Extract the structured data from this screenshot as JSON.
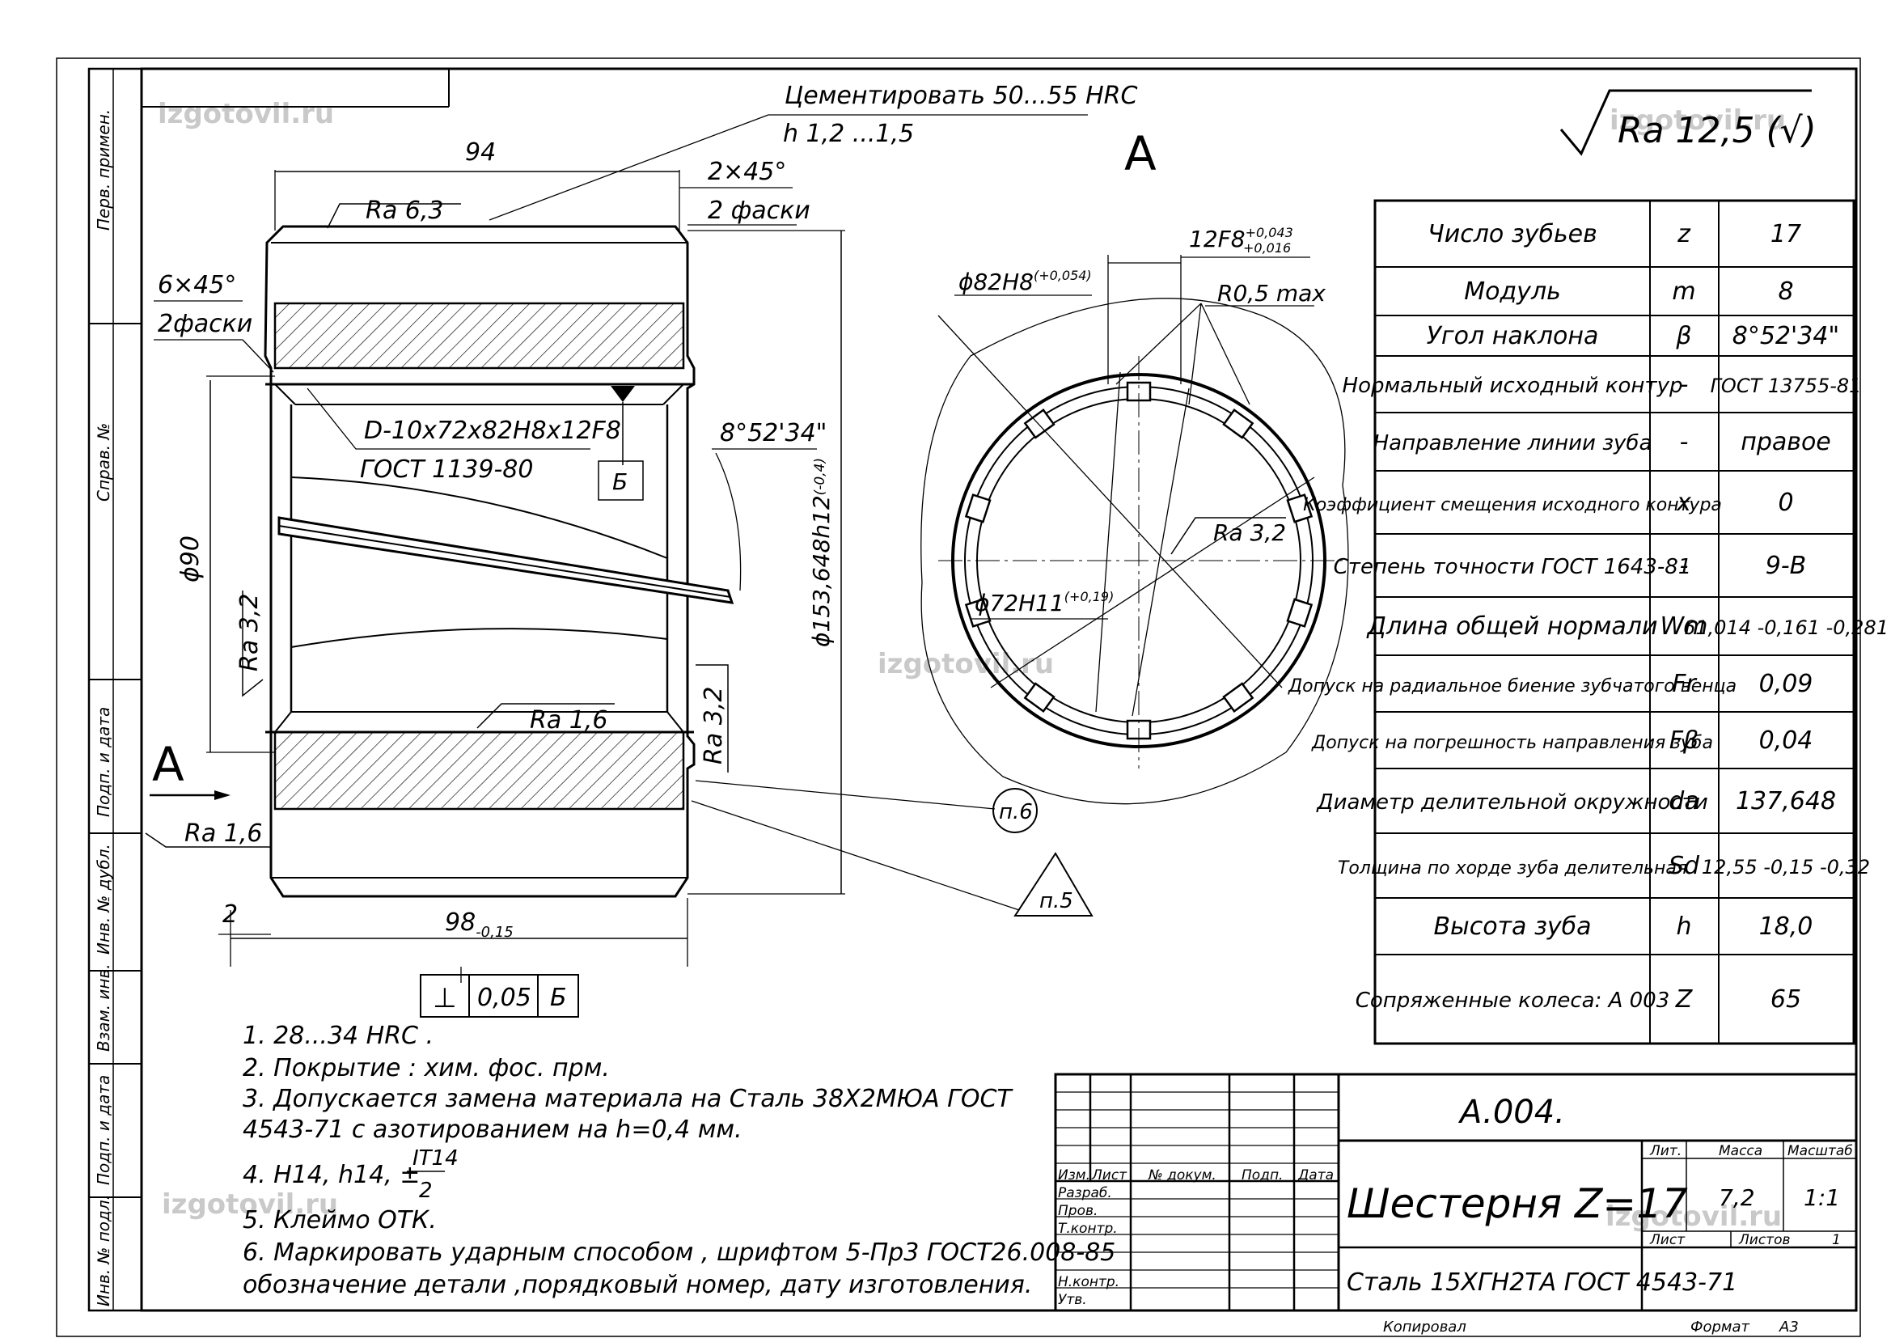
{
  "watermark": "izgotovil.ru",
  "surface_finish": "Ra 12,5 (√)",
  "section_letter": "A",
  "dimensions": {
    "length_94": "94",
    "chamfer_2x45": "2×45°",
    "chamfers_2": "2 фаски",
    "chamfer_6x45": "6×45°",
    "chamfers_2b": "2фаски",
    "length_98": "98",
    "length_98_tol": "-0,15",
    "offset_2": "2",
    "dia_90": "ϕ90",
    "dia_outer": "ϕ153,648h12",
    "dia_outer_tol": "(-0,4)",
    "helix_angle": "8°52'34\"",
    "dia_82": "ϕ82H8",
    "dia_82_tol": "(+0,054)",
    "slot_12": "12F8",
    "slot_12_tol_up": "+0,043",
    "slot_12_tol_low": "+0,016",
    "r_max": "R0,5 max",
    "dia_72": "ϕ72H11",
    "dia_72_tol": "(+0,19)"
  },
  "annotations": {
    "carburize": "Цементировать 50...55 HRC",
    "depth": "h 1,2 ...1,5",
    "spline_spec": "D-10x72x82H8x12F8",
    "spline_gost": "ГОСТ 1139-80",
    "datum_b": "Б",
    "ra63": "Ra 6,3",
    "ra32_left": "Ra 3,2",
    "ra16_mid": "Ra 1,6",
    "ra32_right": "Ra 3,2",
    "ra16_left": "Ra 1,6",
    "ra32_view": "Ra 3,2",
    "note_p6": "п.6",
    "note_p5": "п.5",
    "tol_frame_symbol": "⊥",
    "tol_frame_value": "0,05",
    "tol_frame_datum": "Б"
  },
  "gear_params": [
    {
      "name": "Число зубьев",
      "symbol": "z",
      "value": "17"
    },
    {
      "name": "Модуль",
      "symbol": "m",
      "value": "8"
    },
    {
      "name": "Угол наклона",
      "symbol": "β",
      "value": "8°52'34\""
    },
    {
      "name": "Нормальный исходный контур",
      "symbol": "-",
      "value": "ГОСТ 13755-81"
    },
    {
      "name": "Направление линии зуба",
      "symbol": "-",
      "value": "правое"
    },
    {
      "name": "Коэффициент смещения исходного контура",
      "symbol": "x",
      "value": "0"
    },
    {
      "name": "Степень точности ГОСТ 1643-81",
      "symbol": "-",
      "value": "9-B"
    },
    {
      "name": "Длина общей нормали",
      "symbol": "Wm",
      "value": "61,014 -0,161 -0,281"
    },
    {
      "name": "Допуск на радиальное биение зубчатого венца",
      "symbol": "Fr",
      "value": "0,09"
    },
    {
      "name": "Допуск на погрешность направления зуба",
      "symbol": "Fβ",
      "value": "0,04"
    },
    {
      "name": "Диаметр делительной окружности",
      "symbol": "da",
      "value": "137,648"
    },
    {
      "name": "Толщина по хорде зуба делительная",
      "symbol": "Sd",
      "value": "12,55 -0,15 -0,32"
    },
    {
      "name": "Высота зуба",
      "symbol": "h",
      "value": "18,0"
    },
    {
      "name": "Сопряженные колеса: A 003",
      "symbol": "Z",
      "value": "65"
    }
  ],
  "notes": [
    "1. 28...34 HRC .",
    "2. Покрытие : хим. фос. прм.",
    "3. Допускается замена материала на Сталь 38Х2МЮА ГОСТ",
    "4543-71 с азотированием на h=0,4 мм.",
    "4. H14, h14, ±",
    "IT14",
    "2",
    "5. Клеймо ОТК.",
    "6. Маркировать ударным способом , шрифтом 5-Пр3 ГОСТ26.008-85",
    "обозначение детали ,порядковый номер, дату изготовления."
  ],
  "title_block": {
    "designation": "A.004.",
    "name": "Шестерня Z=17",
    "material": "Сталь 15ХГН2ТА ГОСТ 4543-71",
    "col_lit": "Лит.",
    "col_mass": "Масса",
    "col_scale": "Масштаб",
    "mass": "7,2",
    "scale": "1:1",
    "sheet": "Лист",
    "sheets": "Листов",
    "sheets_count": "1",
    "rows": [
      "Изм.",
      "Лист",
      "№ докум.",
      "Подп.",
      "Дата"
    ],
    "roles": [
      "Разраб.",
      "Пров.",
      "Т.контр.",
      "Н.контр.",
      "Утв."
    ],
    "copied": "Копировал",
    "format": "Формат",
    "format_value": "А3"
  },
  "side_stamps": [
    "Перв. примен.",
    "Справ. №",
    "Подп. и дата",
    "Инв. № дубл.",
    "Взам. инв.",
    "Подп. и дата",
    "Инв. № подл."
  ]
}
